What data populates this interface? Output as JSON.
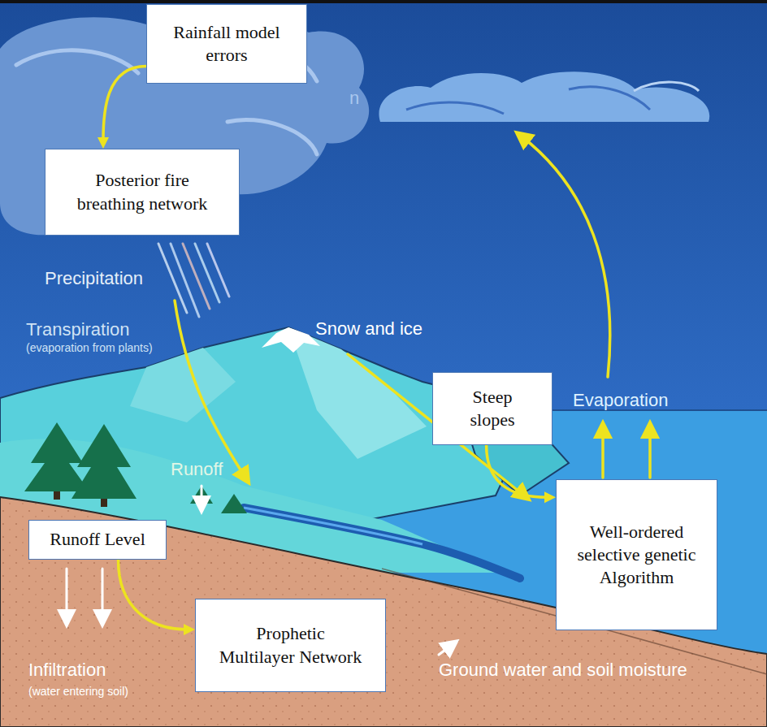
{
  "diagram": {
    "nodes": [
      {
        "text": [
          "Rainfall model errors"
        ]
      },
      {
        "text": [
          "Posterior fire breathing network"
        ]
      },
      {
        "text": [
          "Steep slopes"
        ]
      },
      {
        "text": [
          "Well-ordered selective genetic Algorithm"
        ]
      },
      {
        "text": [
          "Runoff Level"
        ]
      },
      {
        "text": [
          "Prophetic Multilayer Network"
        ]
      }
    ],
    "edges": [
      {
        "from": 0,
        "to": 1,
        "arrow": "to"
      },
      {
        "from": 2,
        "to": 3,
        "arrow": "to"
      },
      {
        "from": 4,
        "to": 5,
        "arrow": "to"
      }
    ],
    "labels": [
      "n",
      "Precipitation",
      "Transpiration",
      "(evaporation from plants)",
      "Snow and ice",
      "Evaporation",
      "Runoff",
      "Infiltration",
      "(water entering soil)",
      "Ground water and soil moisture"
    ]
  }
}
